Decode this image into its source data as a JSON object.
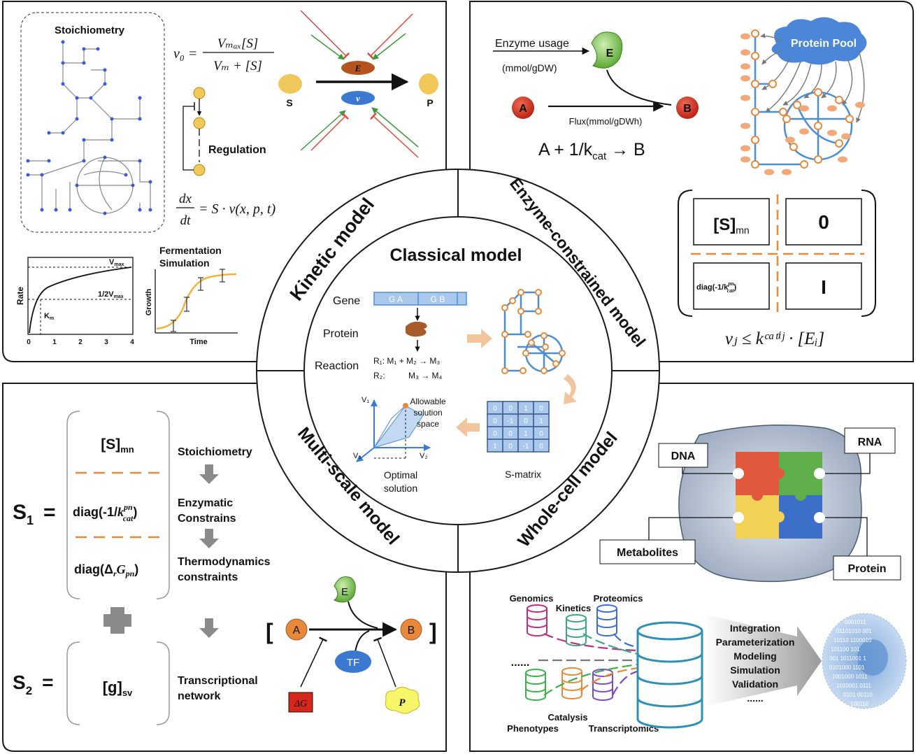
{
  "colors": {
    "frame": "#1a1a1a",
    "accent_orange": "#e8893a",
    "light_orange": "#f3c59c",
    "blue": "#4a8fd6",
    "light_blue": "#a9c8ec",
    "red_node": "#cc2a1c",
    "enzyme_green": "#7cc04a",
    "yellow_node": "#f0c85a",
    "blue_cloud": "#4b86d8",
    "arrow_gray": "#808080"
  },
  "center": {
    "title": "Classical model"
  },
  "ring": {
    "kinetic": "Kinetic model",
    "enzyme": "Enzyme-constrained model",
    "multi": "Multi-scale model",
    "whole": "Whole-cell model"
  },
  "kinetic": {
    "stoich_title": "Stoichiometry",
    "mm_lhs": "v₀ =",
    "mm_num": "Vₘₐₓ[S]",
    "mm_den": "Vₘ + [S]",
    "s_label": "S",
    "p_label": "P",
    "e_label": "E",
    "v_label": "v",
    "regulation": "Regulation",
    "ode_num": "dx",
    "ode_den": "dt",
    "ode_rhs": "= S · v(x, p, t)",
    "rate_chart": {
      "ylabel": "Rate",
      "vmax": "V",
      "vmax_sub": "max",
      "half": "1/2V",
      "half_sub": "max",
      "km": "K",
      "km_sub": "m",
      "ticks": [
        "0",
        "1",
        "2",
        "3",
        "4"
      ]
    },
    "ferm_title_1": "Fermentation",
    "ferm_title_2": "Simulation",
    "ferm_ylabel": "Growth",
    "ferm_xlabel": "Time"
  },
  "classical": {
    "gene": "Gene",
    "ga": "G A",
    "gb": "G B",
    "protein": "Protein",
    "reaction": "Reaction",
    "r1": "R₁: M₁ + M₂ → M₃",
    "r2": "R₂:          M₃ → M₄",
    "v1": "V₁",
    "v2": "V₂",
    "v3": "V₃",
    "allow_1": "Allowable",
    "allow_2": "solution",
    "allow_3": "space",
    "optimal_1": "Optimal",
    "optimal_2": "solution",
    "smatrix_label": "S-matrix",
    "smatrix": [
      [
        "0",
        "0",
        "1",
        "0"
      ],
      [
        "0",
        "-1",
        "0",
        "1"
      ],
      [
        "0",
        "0",
        "1",
        "0"
      ],
      [
        "1",
        "0",
        "-1",
        "0"
      ]
    ]
  },
  "enzyme": {
    "usage": "Enzyme usage",
    "usage_unit": "(mmol/gDW)",
    "e": "E",
    "a": "A",
    "b": "B",
    "flux": "Flux(mmol/gDWh)",
    "eq_main": "A + 1/k",
    "eq_sub": "cat",
    "eq_tail": " → B",
    "pool": "Protein Pool",
    "m_s": "[S]",
    "m_s_sub": "mn",
    "m_zero": "0",
    "m_diag": "diag(-1/k",
    "m_diag_sup": "pn",
    "m_diag_sub": "cat",
    "m_i": "I",
    "ineq": "vⱼ ≤ kᶜᵃᵗⁱʲ · [Eᵢ]"
  },
  "multi": {
    "s1": "S",
    "s1_sub": "1",
    "s2": "S",
    "s2_sub": "2",
    "eq": "=",
    "row1": "[S]",
    "row1_sub": "mn",
    "row2": "diag(-1/",
    "row2_k": "k",
    "row2_sup": "pn",
    "row2_sub": "cat",
    "row3": "diag(Δ",
    "row3_r": "r",
    "row3_g": "G",
    "row3_pn": "pn",
    "g": "[g]",
    "g_sub": "sv",
    "stoich": "Stoichiometry",
    "enz_1": "Enzymatic",
    "enz_2": "Constrains",
    "thermo_1": "Thermodynamics",
    "thermo_2": "constraints",
    "trans_1": "Transcriptional",
    "trans_2": "network",
    "net_a": "A",
    "net_b": "B",
    "net_e": "E",
    "net_tf": "TF",
    "net_dg": "ΔG",
    "net_p": "P"
  },
  "whole": {
    "dna": "DNA",
    "rna": "RNA",
    "metabolites": "Metabolites",
    "protein": "Protein",
    "genomics": "Genomics",
    "kinetics": "Kinetics",
    "proteomics": "Proteomics",
    "dots": "......",
    "phenotypes": "Phenotypes",
    "catalysis": "Catalysis",
    "transcriptomics": "Transcriptomics",
    "steps": [
      "Integration",
      "Parameterization",
      "Modeling",
      "Simulation",
      "Validation",
      "......"
    ]
  }
}
